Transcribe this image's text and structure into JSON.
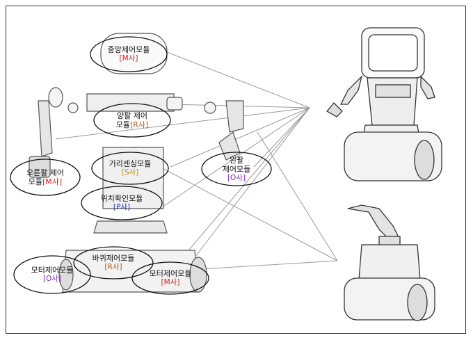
{
  "modules": {
    "central": {
      "name": "중앙제어모듈",
      "company": "[M사]",
      "company_color": "#d42020"
    },
    "both_arms": {
      "name": "양팔 제어",
      "name2": "모듈",
      "company": "[R사]",
      "company_color": "#a06020"
    },
    "right_arm": {
      "name": "오른팔 제어",
      "name2": "모듈",
      "company": "[M사]",
      "company_color": "#d42020"
    },
    "distance": {
      "name": "거리센싱모듈",
      "company": "[S사]",
      "company_color": "#c09010"
    },
    "left_arm": {
      "name": "왼팔",
      "name2": "제어모듈",
      "company": "[O사]",
      "company_color": "#8020b0"
    },
    "position": {
      "name": "위치확인모듈",
      "company": "[P사]",
      "company_color": "#2030c0"
    },
    "motor_left": {
      "name": "모터제어모듈",
      "company": "[O사]",
      "company_color": "#8020b0"
    },
    "wheel": {
      "name": "바퀴제어모듈",
      "company": "[R사]",
      "company_color": "#a06020"
    },
    "motor_right": {
      "name": "모터제어모듈",
      "company": "[M사]",
      "company_color": "#d42020"
    }
  }
}
